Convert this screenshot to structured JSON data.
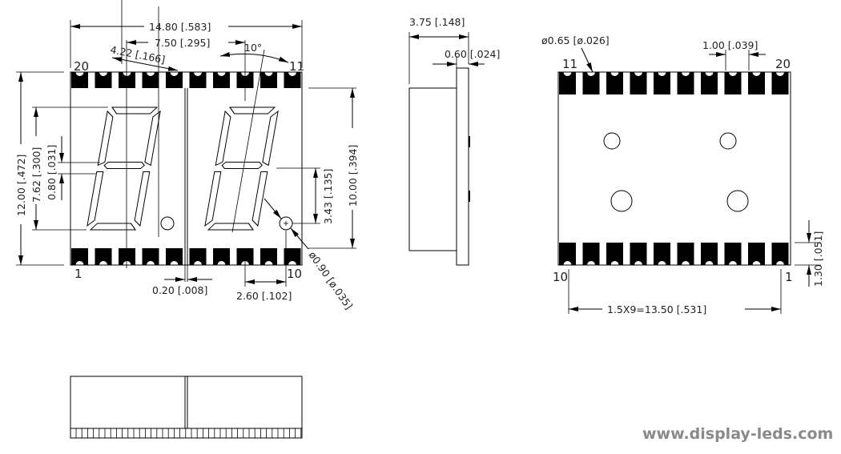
{
  "front_view": {
    "dim_width": "14.80 [.583]",
    "dim_digit_pitch": "7.50 [.295]",
    "dim_digit_width": "4.22 [.166]",
    "dim_slant": "10°",
    "dim_height": "12.00 [.472]",
    "dim_digit_height": "7.62 [.300]",
    "dim_segment_width": "0.80 [.031]",
    "dim_dp_offset": "3.43 [.135]",
    "dim_inner_height": "10.00 [.394]",
    "dim_gap": "0.20 [.008]",
    "dim_dp_x": "2.60 [.102]",
    "dim_dp_dia": "ø0.90 [ø.035]",
    "pin_labels": {
      "top_left": "20",
      "top_right": "11",
      "bottom_left": "1",
      "bottom_right": "10"
    }
  },
  "side_view": {
    "dim_depth": "3.75 [.148]",
    "dim_plate": "0.60 [.024]"
  },
  "back_view": {
    "dim_hole": "ø0.65 [ø.026]",
    "dim_pad_width": "1.00 [.039]",
    "dim_pad_height": "1.30 [.051]",
    "dim_pin_span": "1.5X9=13.50 [.531]",
    "pin_labels": {
      "top_left": "11",
      "top_right": "20",
      "bottom_left": "10",
      "bottom_right": "1"
    }
  },
  "watermark": "www.display-leds.com"
}
